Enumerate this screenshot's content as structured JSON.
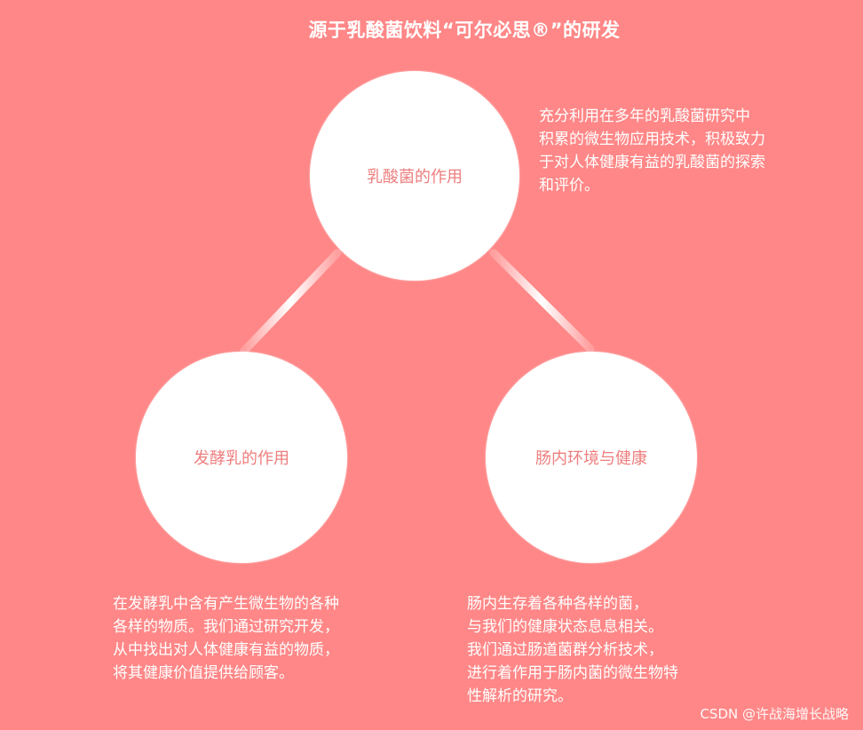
{
  "title": "源于乳酸菌饮料“可尔必思®”的研发",
  "nodes": {
    "top": "乳酸菌的作用",
    "left": "发酵乳的作用",
    "right": "肠内环境与健康"
  },
  "descriptions": {
    "top": [
      "充分利用在多年的乳酸菌研究中",
      "积累的微生物应用技术，积极致力",
      "于对人体健康有益的乳酸菌的探索",
      "和评价。"
    ],
    "left": [
      "在发酵乳中含有产生微生物的各种",
      "各样的物质。我们通过研究开发，",
      "从中找出对人体健康有益的物质，",
      "将其健康价值提供给顾客。"
    ],
    "right": [
      "肠内生存着各种各样的菌，",
      "与我们的健康状态息息相关。",
      "我们通过肠道菌群分析技术，",
      "进行着作用于肠内菌的微生物特",
      "性解析的研究。"
    ]
  },
  "watermark": "CSDN @许战海增长战略",
  "colors": {
    "background": "#FF8787",
    "circle": "#FFFFFF",
    "circle_text": "#EE7E7E"
  }
}
